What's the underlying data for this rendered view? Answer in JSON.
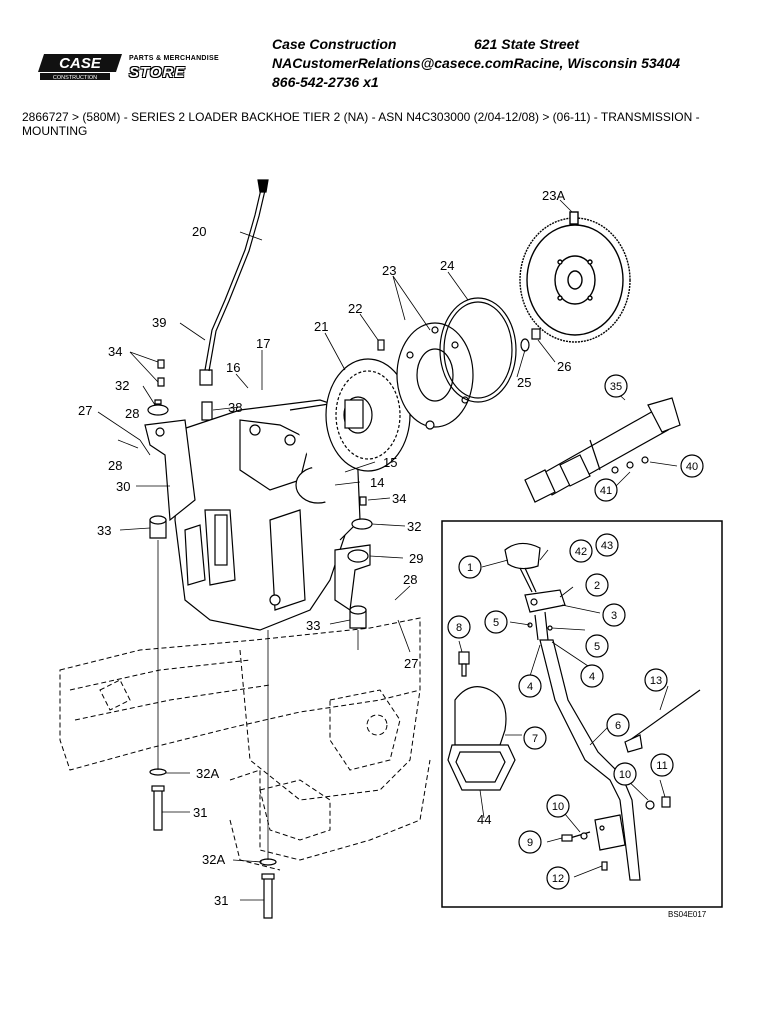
{
  "header": {
    "logo_text": "CASE",
    "logo_subtext": "CONSTRUCTION",
    "store_line": "PARTS & MERCHANDISE",
    "store_word": "STORE",
    "company": "Case Construction",
    "street": "621 State Street",
    "email_city": "NACustomerRelations@casece.comRacine, Wisconsin 53404",
    "phone": "866-542-2736 x1"
  },
  "breadcrumb": "2866727 > (580M) - SERIES 2 LOADER BACKHOE TIER 2 (NA) - ASN N4C303000 (2/04-12/08) > (06-11) - TRANSMISSION - MOUNTING",
  "diagram": {
    "code": "BS04E017",
    "labels": {
      "l20": "20",
      "l23a": "23A",
      "l23": "23",
      "l24": "24",
      "l39": "39",
      "l22": "22",
      "l21": "21",
      "l34a": "34",
      "l16": "16",
      "l17": "17",
      "l32a": "32",
      "l38": "38",
      "l27a": "27",
      "l28a": "28",
      "l28b": "28",
      "l30": "30",
      "l15": "15",
      "l14": "14",
      "l34b": "34",
      "l32b": "32",
      "l33a": "33",
      "l29": "29",
      "l28c": "28",
      "l33b": "33",
      "l27b": "27",
      "l25": "25",
      "l26": "26",
      "l32A1": "32A",
      "l31a": "31",
      "l32A2": "32A",
      "l31b": "31",
      "c35": "35",
      "c40": "40",
      "c41": "41",
      "c42": "42",
      "c43": "43",
      "i1": "1",
      "i2": "2",
      "i3": "3",
      "i4a": "4",
      "i4b": "4",
      "i5a": "5",
      "i5b": "5",
      "i6": "6",
      "i7": "7",
      "i8": "8",
      "i9": "9",
      "i10a": "10",
      "i10b": "10",
      "i11": "11",
      "i12": "12",
      "i13": "13",
      "i44": "44"
    }
  }
}
